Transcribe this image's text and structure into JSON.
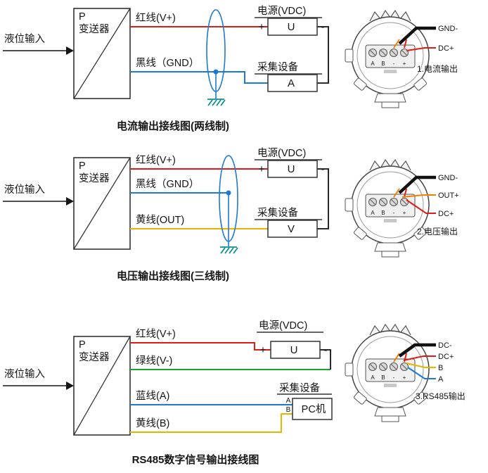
{
  "colors": {
    "red": "#e01d15",
    "blue": "#1d7ad4",
    "yellow": "#e8b400",
    "green": "#22a12a",
    "orange": "#f08000",
    "black": "#111111",
    "ground": "#0d8f8f"
  },
  "head_terminals": [
    "A",
    "B",
    "-",
    "+"
  ],
  "diagrams": [
    {
      "input_label": "液位输入",
      "transmitter_letter": "P",
      "transmitter_name": "变送器",
      "wires": [
        {
          "label": "红线(V+)"
        },
        {
          "label": "黑线（GND）"
        }
      ],
      "power_label": "电源(VDC)",
      "power_unit": "U",
      "plus": "+",
      "minus": "-",
      "device_label": "采集设备",
      "device_unit": "A",
      "caption": "电流输出接线图(两线制)"
    },
    {
      "input_label": "液位输入",
      "transmitter_letter": "P",
      "transmitter_name": "变送器",
      "wires": [
        {
          "label": "红线(V+)"
        },
        {
          "label": "黑线（GND）"
        },
        {
          "label": "黄线(OUT)"
        }
      ],
      "power_label": "电源(VDC)",
      "power_unit": "U",
      "plus": "+",
      "minus": "-",
      "device_label": "采集设备",
      "device_unit": "V",
      "caption": "电压输出接线图(三线制)"
    },
    {
      "input_label": "液位输入",
      "transmitter_letter": "P",
      "transmitter_name": "变送器",
      "wires": [
        {
          "label": "红线(V+)"
        },
        {
          "label": "绿线(V-)"
        },
        {
          "label": "蓝线(A)"
        },
        {
          "label": "黄线(B)"
        }
      ],
      "power_label": "电源(VDC)",
      "power_unit": "U",
      "plus": "+",
      "minus": "-",
      "device_label": "采集设备",
      "device_unit": "PC机",
      "device_port_a": "A",
      "device_port_b": "B",
      "caption": "RS485数字信号输出接线图"
    }
  ],
  "heads": [
    {
      "caption": "1.电流输出",
      "labels": [
        {
          "text": "GND-"
        },
        {
          "text": "DC+"
        }
      ]
    },
    {
      "caption": "2.电压输出",
      "labels": [
        {
          "text": "GND-"
        },
        {
          "text": "OUT+"
        },
        {
          "text": "DC+"
        }
      ]
    },
    {
      "caption": "3.RS485输出",
      "labels": [
        {
          "text": "DC-"
        },
        {
          "text": "DC+"
        },
        {
          "text": "B"
        },
        {
          "text": "A"
        }
      ]
    }
  ]
}
